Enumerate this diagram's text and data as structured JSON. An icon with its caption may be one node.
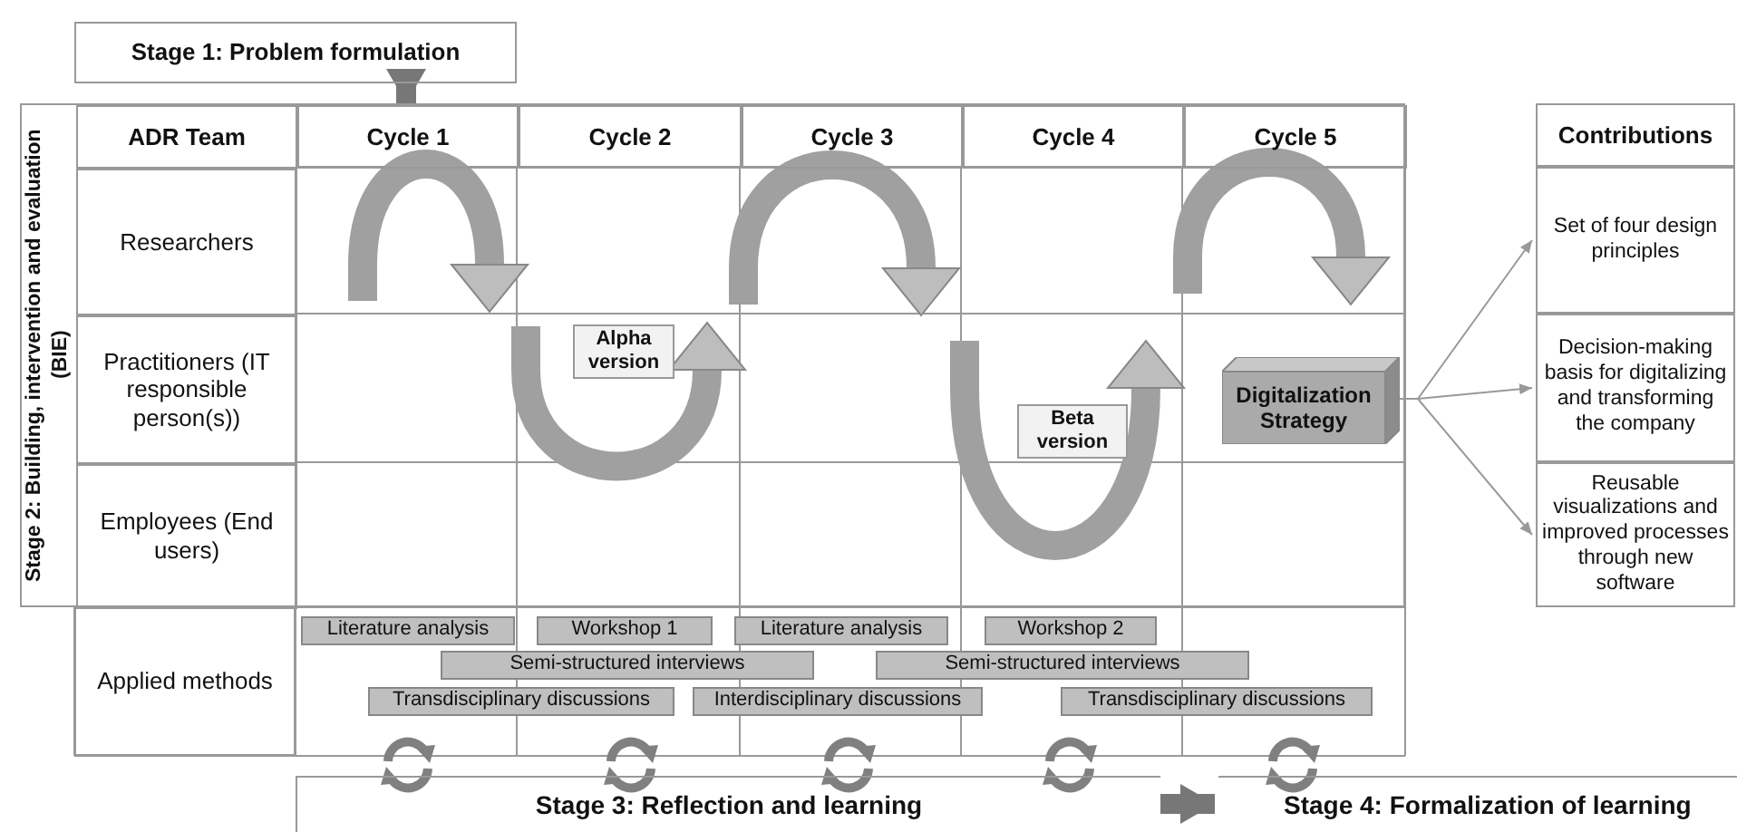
{
  "diagram": {
    "nodes": [
      {
        "text": [
          "Stage 1: Problem formulation"
        ]
      },
      {
        "text": [
          "Stage 2: Building, intervention and evaluation (BIE)"
        ]
      },
      {
        "text": [
          "ADR Team"
        ],
        "in": 1
      },
      {
        "text": [
          "Cycle 1"
        ],
        "in": 1
      },
      {
        "text": [
          "Cycle 2"
        ],
        "in": 1
      },
      {
        "text": [
          "Cycle 3"
        ],
        "in": 1
      },
      {
        "text": [
          "Cycle 4"
        ],
        "in": 1
      },
      {
        "text": [
          "Cycle 5"
        ],
        "in": 1
      },
      {
        "text": [
          "Researchers"
        ],
        "in": 1
      },
      {
        "text": [
          "Practitioners (IT responsible person(s))"
        ],
        "in": 1
      },
      {
        "text": [
          "Alpha version"
        ],
        "in": 1
      },
      {
        "text": [
          "Beta version"
        ],
        "in": 1
      },
      {
        "text": [
          "Digitalization Strategy"
        ],
        "in": 1
      },
      {
        "text": [
          "Employees (End users)"
        ],
        "in": 1
      },
      {
        "text": [
          "Applied methods"
        ]
      },
      {
        "text": [
          "Literature analysis"
        ]
      },
      {
        "text": [
          "Workshop 1"
        ]
      },
      {
        "text": [
          "Literature analysis"
        ]
      },
      {
        "text": [
          "Workshop 2"
        ]
      },
      {
        "text": [
          "Semi-structured interviews"
        ]
      },
      {
        "text": [
          "Semi-structured interviews"
        ]
      },
      {
        "text": [
          "Transdisciplinary discussions"
        ]
      },
      {
        "text": [
          "Interdisciplinary discussions"
        ]
      },
      {
        "text": [
          "Transdisciplinary discussions"
        ]
      },
      {
        "text": [
          "Contributions"
        ]
      },
      {
        "text": [
          "Set of four design principles"
        ]
      },
      {
        "text": [
          "Decision-making basis for digitalizing and transforming the company"
        ]
      },
      {
        "text": [
          "Reusable visualizations and improved processes through new software"
        ]
      },
      {
        "text": [
          "Stage 3: Reflection and learning"
        ]
      },
      {
        "text": [
          "Stage 4: Formalization of learning"
        ]
      }
    ],
    "edges": [
      {
        "from": 0,
        "to": 3,
        "arrow": "to",
        "style": "thick"
      },
      {
        "from": 12,
        "to": 25,
        "arrow": "to"
      },
      {
        "from": 12,
        "to": 26,
        "arrow": "to"
      },
      {
        "from": 12,
        "to": 27,
        "arrow": "to"
      },
      {
        "from": 28,
        "to": 29,
        "arrow": "to",
        "style": "thick"
      }
    ]
  }
}
